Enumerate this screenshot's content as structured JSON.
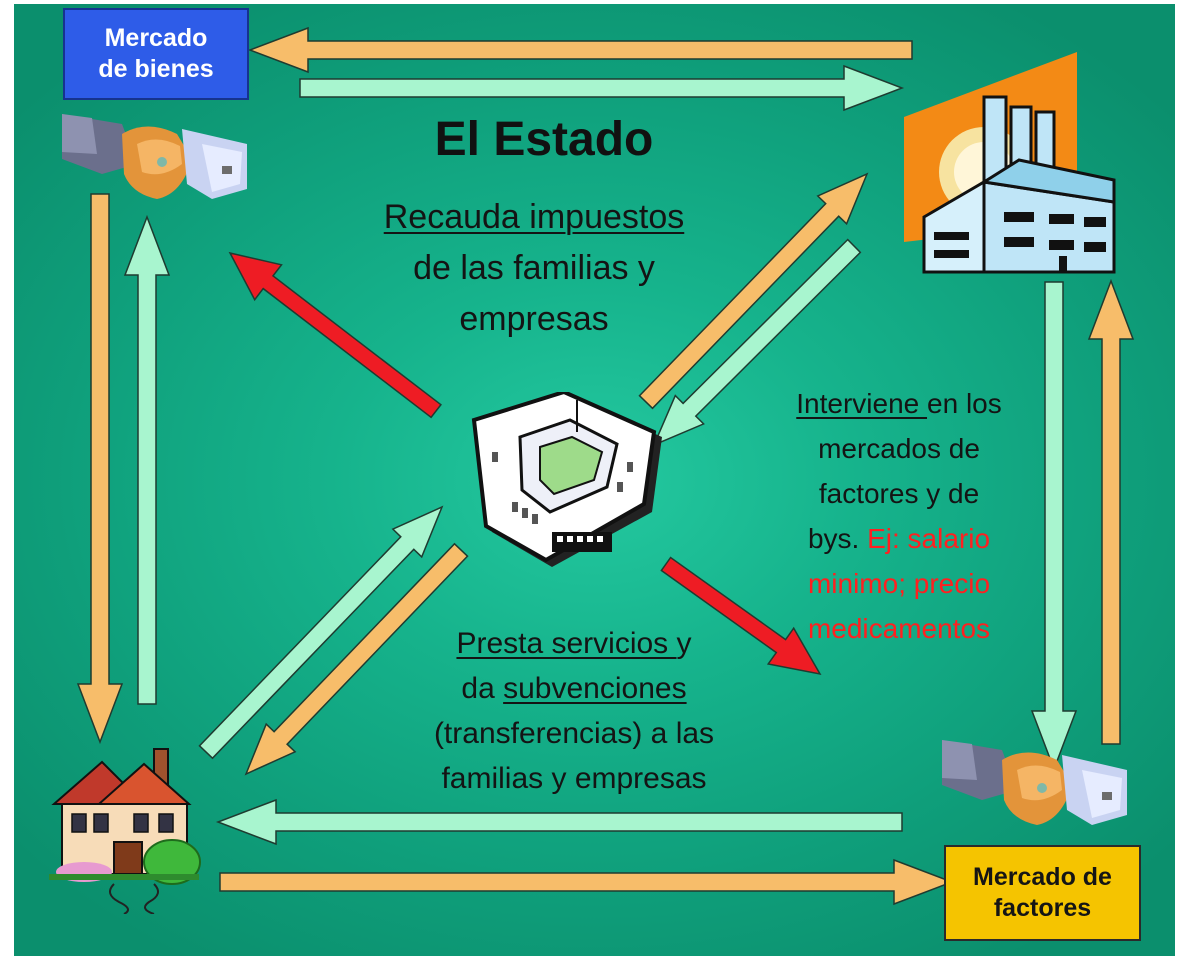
{
  "title": "El Estado",
  "boxes": {
    "bienes": {
      "line1": "Mercado",
      "line2": "de bienes"
    },
    "factores": {
      "line1": "Mercado de",
      "line2": "factores"
    }
  },
  "center_top": {
    "line1": "Recauda impuestos",
    "line2": "de las familias y",
    "line3": "empresas"
  },
  "right": {
    "u": "Interviene ",
    "l1b": "en los",
    "l2": "mercados de",
    "l3": "factores y de",
    "l4a": "bys. ",
    "l4b": "Ej: salario",
    "l5": "minimo; precio",
    "l6": "medicamentos"
  },
  "bottom": {
    "l1": "Presta servicios ",
    "l1b": "y",
    "l2a": "da ",
    "l2b": "subvenciones",
    "l3": "(transferencias) a las",
    "l4": "familias y empresas"
  },
  "icons": [
    "handshake-icon",
    "factory-icon",
    "pentagon-building-icon",
    "house-icon"
  ],
  "colors": {
    "background": "#16b38c",
    "arrow_orange": "#f7bd6a",
    "arrow_mint": "#a8f5cf",
    "arrow_red": "#ee1c24",
    "box_bienes": "#2e5ce8",
    "box_factores": "#f5c400"
  }
}
